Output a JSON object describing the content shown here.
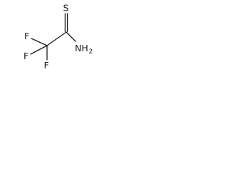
{
  "molecule": {
    "atoms": {
      "sulfur": "S",
      "fluorine_upper_left": "F",
      "fluorine_lower_left": "F",
      "fluorine_bottom": "F",
      "amine_n": "NH",
      "amine_sub": "2"
    },
    "colors": {
      "bond": "#1a1a1a",
      "label": "#1a1a1a",
      "background": "#ffffff"
    }
  }
}
